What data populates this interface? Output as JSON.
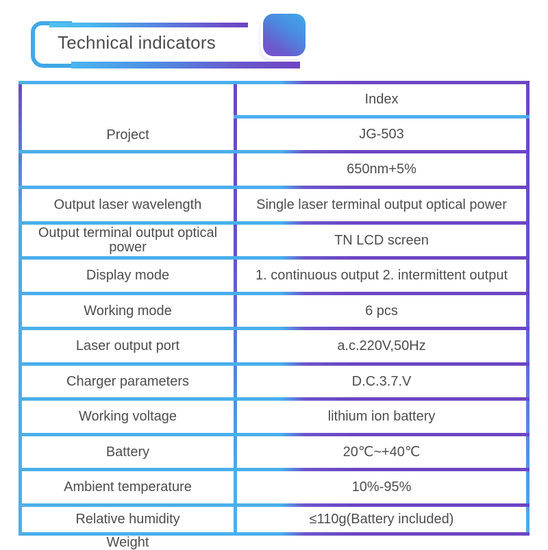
{
  "header": {
    "title": "Technical indicators",
    "accent_cyan": "#4aafec",
    "accent_purple": "#6b46c4",
    "badge_icon": "rounded-square-badge"
  },
  "table": {
    "project_label": "Project",
    "index_header": "Index",
    "model": "JG-503",
    "rows": [
      {
        "label": "Output laser wavelength",
        "value": "650nm+5%"
      },
      {
        "label": "Output terminal output optical power",
        "value": "Single laser terminal output optical power"
      },
      {
        "label": "Display mode",
        "value": "TN LCD screen"
      },
      {
        "label": "Working mode",
        "value": "1. continuous output 2. intermittent output"
      },
      {
        "label": "Laser output port",
        "value": "6 pcs"
      },
      {
        "label": "Charger parameters",
        "value": "a.c.220V,50Hz"
      },
      {
        "label": "Working voltage",
        "value": "D.C.3.7.V"
      },
      {
        "label": "Battery",
        "value": "lithium ion battery"
      },
      {
        "label": "Ambient temperature",
        "value": "20℃~+40℃"
      },
      {
        "label": "Relative humidity",
        "value": "10%-95%"
      },
      {
        "label": "Weight",
        "value": "≤110g(Battery included)"
      }
    ]
  }
}
